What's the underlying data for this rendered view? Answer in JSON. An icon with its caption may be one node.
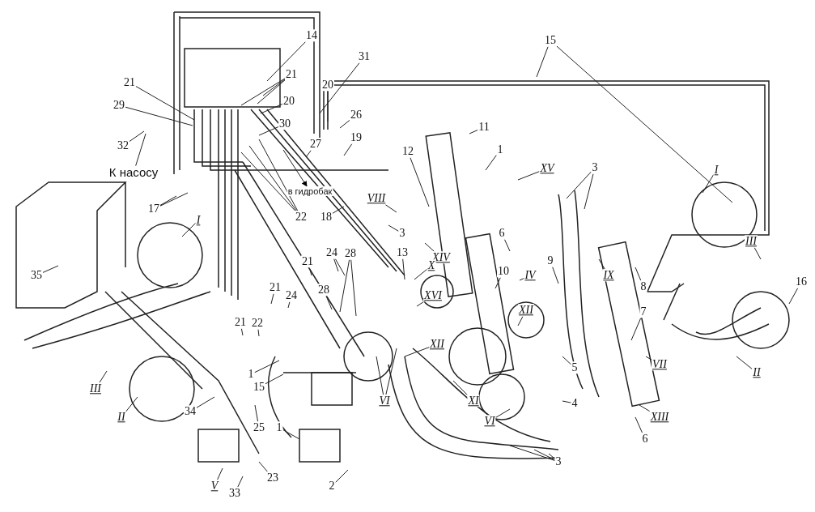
{
  "diagram": {
    "nodes": [
      {
        "text": [
          "14"
        ]
      },
      {
        "text": [
          "31"
        ]
      },
      {
        "text": [
          "15"
        ]
      },
      {
        "text": [
          "21"
        ]
      },
      {
        "text": [
          "21"
        ]
      },
      {
        "text": [
          "20"
        ]
      },
      {
        "text": [
          "20"
        ]
      },
      {
        "text": [
          "29"
        ]
      },
      {
        "text": [
          "30"
        ]
      },
      {
        "text": [
          "26"
        ]
      },
      {
        "text": [
          "11"
        ]
      },
      {
        "text": [
          "27"
        ]
      },
      {
        "text": [
          "19"
        ]
      },
      {
        "text": [
          "32"
        ]
      },
      {
        "text": [
          "1"
        ]
      },
      {
        "text": [
          "XV"
        ]
      },
      {
        "text": [
          "3"
        ]
      },
      {
        "text": [
          "12"
        ]
      },
      {
        "text": [
          "К насосу"
        ]
      },
      {
        "text": [
          "в гидробак"
        ]
      },
      {
        "text": [
          "17"
        ]
      },
      {
        "text": [
          "22"
        ]
      },
      {
        "text": [
          "18"
        ]
      },
      {
        "text": [
          "I"
        ]
      },
      {
        "text": [
          "VIII"
        ]
      },
      {
        "text": [
          "I"
        ]
      },
      {
        "text": [
          "3"
        ]
      },
      {
        "text": [
          "6"
        ]
      },
      {
        "text": [
          "III"
        ]
      },
      {
        "text": [
          "13"
        ]
      },
      {
        "text": [
          "28"
        ]
      },
      {
        "text": [
          "24"
        ]
      },
      {
        "text": [
          "XIV"
        ]
      },
      {
        "text": [
          "9"
        ]
      },
      {
        "text": [
          "21"
        ]
      },
      {
        "text": [
          "X"
        ]
      },
      {
        "text": [
          "10"
        ]
      },
      {
        "text": [
          "IV"
        ]
      },
      {
        "text": [
          "IX"
        ]
      },
      {
        "text": [
          "35"
        ]
      },
      {
        "text": [
          "16"
        ]
      },
      {
        "text": [
          "8"
        ]
      },
      {
        "text": [
          "21"
        ]
      },
      {
        "text": [
          "28"
        ]
      },
      {
        "text": [
          "24"
        ]
      },
      {
        "text": [
          "XVI"
        ]
      },
      {
        "text": [
          "XII"
        ]
      },
      {
        "text": [
          "7"
        ]
      },
      {
        "text": [
          "21"
        ]
      },
      {
        "text": [
          "22"
        ]
      },
      {
        "text": [
          "XII"
        ]
      },
      {
        "text": [
          "VII"
        ]
      },
      {
        "text": [
          "5"
        ]
      },
      {
        "text": [
          "1"
        ]
      },
      {
        "text": [
          "II"
        ]
      },
      {
        "text": [
          "15"
        ]
      },
      {
        "text": [
          "III"
        ]
      },
      {
        "text": [
          "VI"
        ]
      },
      {
        "text": [
          "XI"
        ]
      },
      {
        "text": [
          "4"
        ]
      },
      {
        "text": [
          "34"
        ]
      },
      {
        "text": [
          "II"
        ]
      },
      {
        "text": [
          "XIII"
        ]
      },
      {
        "text": [
          "VI"
        ]
      },
      {
        "text": [
          "1"
        ]
      },
      {
        "text": [
          "25"
        ]
      },
      {
        "text": [
          "6"
        ]
      },
      {
        "text": [
          "3"
        ]
      },
      {
        "text": [
          "23"
        ]
      },
      {
        "text": [
          "2"
        ]
      },
      {
        "text": [
          "V"
        ]
      },
      {
        "text": [
          "33"
        ]
      }
    ],
    "edges": [
      {
        "from": 0,
        "to": null,
        "arrow": "none"
      },
      {
        "from": 1,
        "to": null,
        "arrow": "none"
      },
      {
        "from": 2,
        "to": null,
        "arrow": "none"
      },
      {
        "from": 2,
        "to": null,
        "arrow": "none"
      },
      {
        "from": 3,
        "to": null,
        "arrow": "none"
      },
      {
        "from": 4,
        "to": null,
        "arrow": "none"
      },
      {
        "from": 4,
        "to": null,
        "arrow": "none"
      },
      {
        "from": 4,
        "to": null,
        "arrow": "none"
      },
      {
        "from": 5,
        "to": null,
        "arrow": "none"
      },
      {
        "from": 6,
        "to": null,
        "arrow": "none"
      },
      {
        "from": 7,
        "to": null,
        "arrow": "none"
      },
      {
        "from": 8,
        "to": null,
        "arrow": "none"
      },
      {
        "from": 9,
        "to": null,
        "arrow": "none"
      },
      {
        "from": 10,
        "to": null,
        "arrow": "none"
      },
      {
        "from": 11,
        "to": null,
        "arrow": "none"
      },
      {
        "from": 12,
        "to": null,
        "arrow": "none"
      },
      {
        "from": 13,
        "to": null,
        "arrow": "none"
      },
      {
        "from": 14,
        "to": null,
        "arrow": "none"
      },
      {
        "from": 15,
        "to": null,
        "arrow": "none"
      },
      {
        "from": 16,
        "to": null,
        "arrow": "none"
      },
      {
        "from": 16,
        "to": null,
        "arrow": "none"
      },
      {
        "from": 17,
        "to": null,
        "arrow": "none"
      },
      {
        "from": null,
        "to": 18,
        "arrow": "none"
      },
      {
        "from": null,
        "to": 19,
        "arrow": "to"
      },
      {
        "from": 20,
        "to": null,
        "arrow": "none"
      },
      {
        "from": 20,
        "to": null,
        "arrow": "none"
      },
      {
        "from": 21,
        "to": null,
        "arrow": "none"
      },
      {
        "from": 21,
        "to": null,
        "arrow": "none"
      },
      {
        "from": 21,
        "to": null,
        "arrow": "none"
      },
      {
        "from": 22,
        "to": null,
        "arrow": "none"
      },
      {
        "from": 23,
        "to": null,
        "arrow": "none"
      },
      {
        "from": 24,
        "to": null,
        "arrow": "none"
      },
      {
        "from": 25,
        "to": null,
        "arrow": "none"
      },
      {
        "from": 26,
        "to": null,
        "arrow": "none"
      },
      {
        "from": 27,
        "to": null,
        "arrow": "none"
      },
      {
        "from": 28,
        "to": null,
        "arrow": "none"
      },
      {
        "from": 29,
        "to": null,
        "arrow": "none"
      },
      {
        "from": 30,
        "to": null,
        "arrow": "none"
      },
      {
        "from": 30,
        "to": null,
        "arrow": "none"
      },
      {
        "from": 31,
        "to": null,
        "arrow": "none"
      },
      {
        "from": 31,
        "to": null,
        "arrow": "none"
      },
      {
        "from": 32,
        "to": null,
        "arrow": "none"
      },
      {
        "from": 33,
        "to": null,
        "arrow": "none"
      },
      {
        "from": 34,
        "to": null,
        "arrow": "none"
      },
      {
        "from": 35,
        "to": null,
        "arrow": "none"
      },
      {
        "from": 36,
        "to": null,
        "arrow": "none"
      },
      {
        "from": 37,
        "to": null,
        "arrow": "none"
      },
      {
        "from": 38,
        "to": null,
        "arrow": "none"
      },
      {
        "from": 39,
        "to": null,
        "arrow": "none"
      },
      {
        "from": 40,
        "to": null,
        "arrow": "none"
      },
      {
        "from": 41,
        "to": null,
        "arrow": "none"
      },
      {
        "from": 42,
        "to": null,
        "arrow": "none"
      },
      {
        "from": 43,
        "to": null,
        "arrow": "none"
      },
      {
        "from": 44,
        "to": null,
        "arrow": "none"
      },
      {
        "from": 45,
        "to": null,
        "arrow": "none"
      },
      {
        "from": 46,
        "to": null,
        "arrow": "none"
      },
      {
        "from": 47,
        "to": null,
        "arrow": "none"
      },
      {
        "from": 48,
        "to": null,
        "arrow": "none"
      },
      {
        "from": 49,
        "to": null,
        "arrow": "none"
      },
      {
        "from": 50,
        "to": null,
        "arrow": "none"
      },
      {
        "from": 51,
        "to": null,
        "arrow": "none"
      },
      {
        "from": 52,
        "to": null,
        "arrow": "none"
      },
      {
        "from": 53,
        "to": null,
        "arrow": "none"
      },
      {
        "from": 54,
        "to": null,
        "arrow": "none"
      },
      {
        "from": 55,
        "to": null,
        "arrow": "none"
      },
      {
        "from": 56,
        "to": null,
        "arrow": "none"
      },
      {
        "from": 57,
        "to": null,
        "arrow": "none"
      },
      {
        "from": 57,
        "to": null,
        "arrow": "none"
      },
      {
        "from": 58,
        "to": null,
        "arrow": "none"
      },
      {
        "from": 59,
        "to": null,
        "arrow": "none"
      },
      {
        "from": 60,
        "to": null,
        "arrow": "none"
      },
      {
        "from": 61,
        "to": null,
        "arrow": "none"
      },
      {
        "from": 62,
        "to": null,
        "arrow": "none"
      },
      {
        "from": 63,
        "to": null,
        "arrow": "none"
      },
      {
        "from": 64,
        "to": null,
        "arrow": "none"
      },
      {
        "from": 65,
        "to": null,
        "arrow": "none"
      },
      {
        "from": 66,
        "to": null,
        "arrow": "none"
      },
      {
        "from": 67,
        "to": null,
        "arrow": "none"
      },
      {
        "from": 67,
        "to": null,
        "arrow": "none"
      },
      {
        "from": 67,
        "to": null,
        "arrow": "none"
      },
      {
        "from": 68,
        "to": null,
        "arrow": "none"
      },
      {
        "from": 69,
        "to": null,
        "arrow": "none"
      },
      {
        "from": 70,
        "to": null,
        "arrow": "none"
      },
      {
        "from": 71,
        "to": null,
        "arrow": "none"
      }
    ]
  }
}
